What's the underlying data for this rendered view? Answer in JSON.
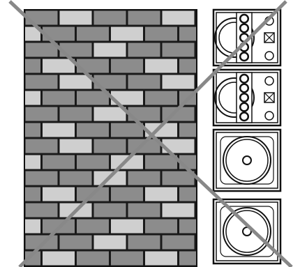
{
  "figure": {
    "wall": {
      "rows": 16,
      "brick_colors": {
        "dark": "#8c8c8c",
        "light": "#cfcfcf",
        "mortar": "#1a1a1a"
      }
    },
    "speaker_stack": [
      {
        "type": "mid-high-cabinet",
        "tweeter_count": 5,
        "has_crossover_box": true
      },
      {
        "type": "mid-high-cabinet",
        "tweeter_count": 5,
        "has_crossover_box": true
      },
      {
        "type": "subwoofer-cabinet",
        "tweeter_count": 0,
        "has_crossover_box": false
      },
      {
        "type": "subwoofer-cabinet",
        "tweeter_count": 0,
        "has_crossover_box": false
      }
    ],
    "cross_out": {
      "meaning": "not-recommended",
      "color": "#888888"
    }
  }
}
